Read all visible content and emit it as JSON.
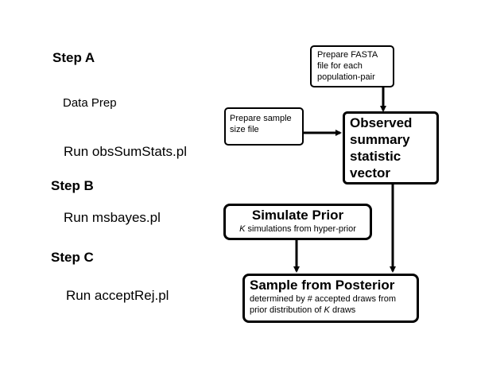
{
  "steps": {
    "a": "Step A",
    "b": "Step B",
    "c": "Step C"
  },
  "labels": {
    "data_prep": "Data Prep",
    "run_obs": "Run obsSumStats.pl",
    "run_msbayes": "Run msbayes.pl",
    "run_accept": "Run acceptRej.pl"
  },
  "boxes": {
    "fasta": "Prepare FASTA file for each population-pair",
    "sample_size": "Prepare sample size file",
    "observed": "Observed summary statistic vector",
    "simulate": {
      "title": "Simulate Prior",
      "k": "K",
      "rest": " simulations from hyper-prior"
    },
    "posterior": {
      "title": "Sample from Posterior",
      "line1": "determined by # accepted draws from",
      "line2_pre": "prior distribution of ",
      "k": "K",
      "line2_post": " draws"
    }
  }
}
